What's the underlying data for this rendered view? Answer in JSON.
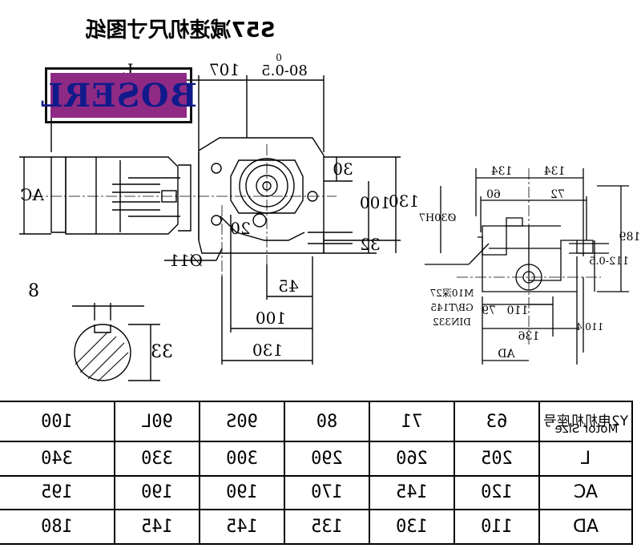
{
  "title": "S57减速机尺寸图纸",
  "brand": "BOSERL",
  "drawing": {
    "dims_left": {
      "L": "L",
      "d107": "107",
      "d80": "80-0.5",
      "d80_sup": "0",
      "AC": "AC",
      "d30": "30",
      "d100": "100",
      "d130": "130",
      "d32": "32",
      "d20": "20",
      "d11": "Ø11",
      "d45": "45",
      "d100b": "100",
      "d130b": "130"
    },
    "key_detail": {
      "d8": "8",
      "d33": "33"
    },
    "dims_right": {
      "d134a": "134",
      "d134b": "134",
      "d60": "60",
      "d72": "72",
      "phi30": "Ø30H7",
      "bolt1": "M10深27",
      "bolt2": "GB/T145",
      "bolt3": "DIN332",
      "d110": "110",
      "d79": "79",
      "d136": "136",
      "AD": "AD",
      "d11205": "112-0.5",
      "d189": "189",
      "d1104": "110.4"
    }
  },
  "table": {
    "header_label": "Y2电机机座号",
    "header_label2": "Motor Size",
    "sizes": [
      "63",
      "71",
      "80",
      "90S",
      "90L",
      "100"
    ],
    "rows": [
      {
        "label": "L",
        "values": [
          "205",
          "260",
          "290",
          "300",
          "330",
          "340"
        ]
      },
      {
        "label": "AC",
        "values": [
          "120",
          "145",
          "170",
          "190",
          "190",
          "195"
        ]
      },
      {
        "label": "AD",
        "values": [
          "110",
          "130",
          "135",
          "145",
          "145",
          "180"
        ]
      }
    ]
  }
}
